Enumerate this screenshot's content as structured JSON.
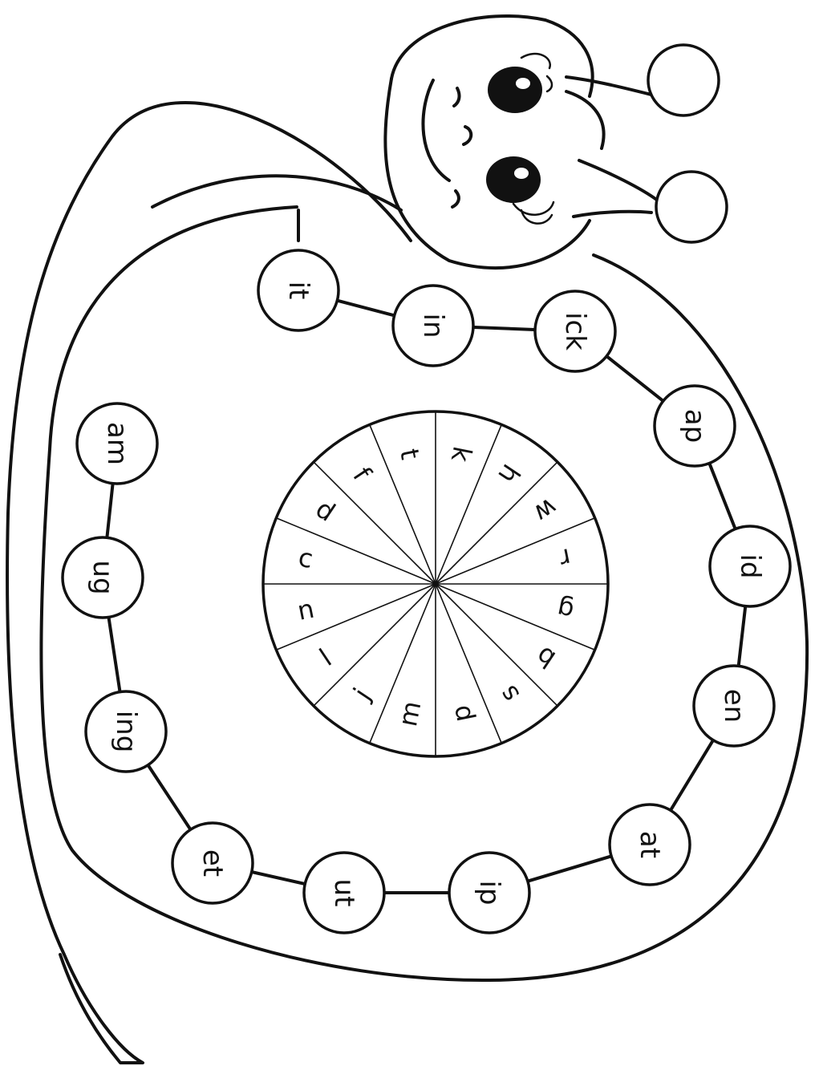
{
  "ink_color": "#111111",
  "paper_color": "#ffffff",
  "spiral_words": [
    "it",
    "in",
    "ick",
    "ap",
    "id",
    "en",
    "at",
    "ip",
    "ut",
    "et",
    "ing",
    "ug",
    "am"
  ],
  "wheel_letters": [
    "k",
    "h",
    "w",
    "r",
    "g",
    "b",
    "s",
    "p",
    "m",
    "j",
    "l",
    "n",
    "c",
    "d",
    "f",
    "t"
  ],
  "icons": [
    "snail-body",
    "snail-shell",
    "snail-eye",
    "snail-antenna",
    "letter-wheel"
  ]
}
